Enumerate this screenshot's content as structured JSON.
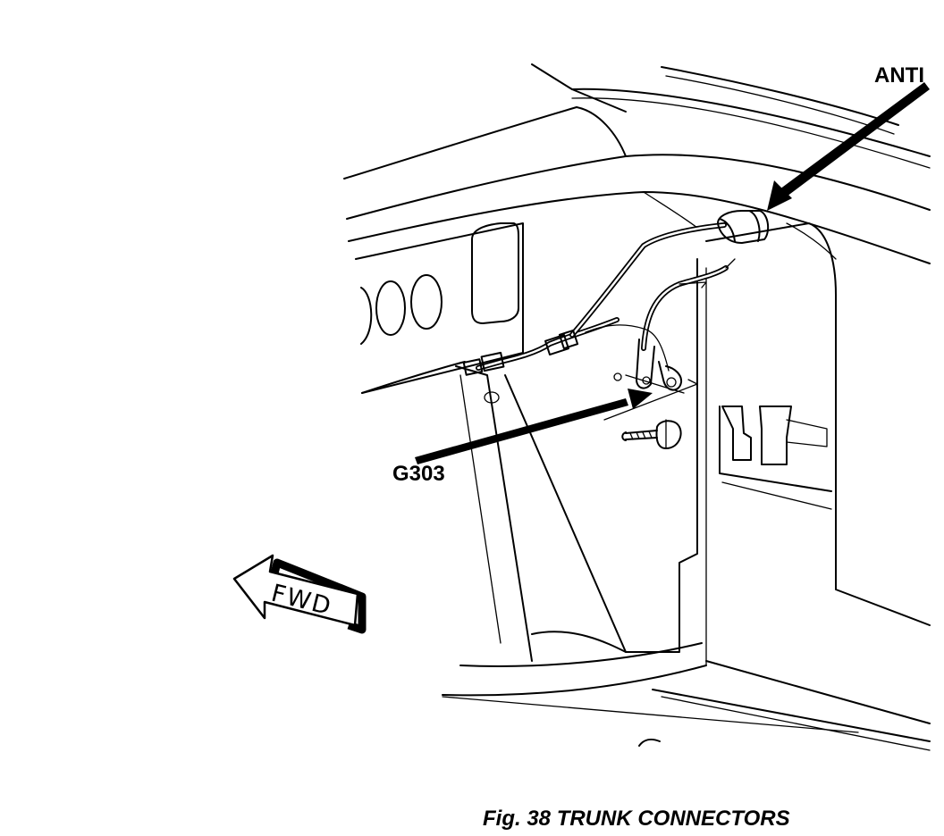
{
  "labels": {
    "antenna_callout": "ANTI",
    "ground_callout": "G303",
    "direction_arrow": "FWD"
  },
  "caption": "Fig. 38 TRUNK CONNECTORS",
  "icons": {
    "direction": "forward-arrow-icon",
    "leader": "leader-arrow-icon",
    "bolt": "bolt-icon"
  },
  "colors": {
    "ink": "#000000",
    "paper": "#ffffff"
  }
}
